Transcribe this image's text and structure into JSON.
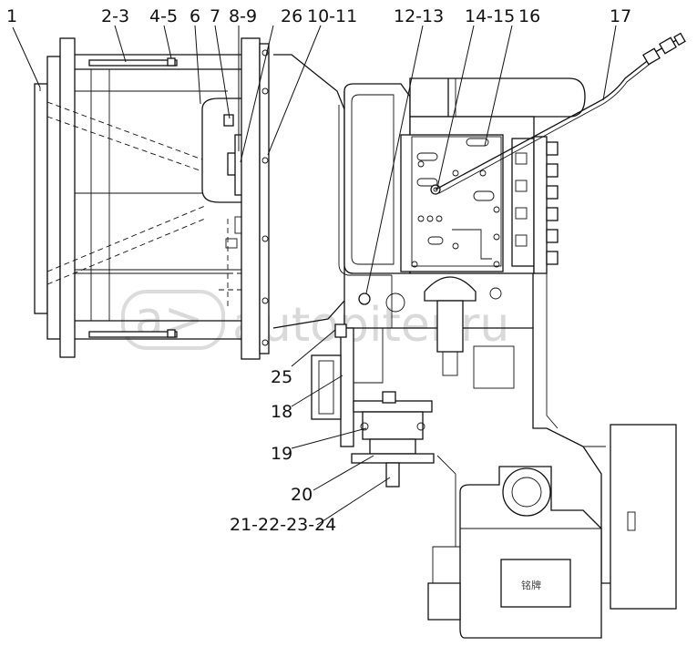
{
  "diagram": {
    "callouts": [
      "1",
      "2-3",
      "4-5",
      "6",
      "7",
      "8-9",
      "26",
      "10-11",
      "12-13",
      "14-15",
      "16",
      "17",
      "25",
      "18",
      "19",
      "20",
      "21-22-23-24"
    ],
    "watermark": "autopiter.ru",
    "plate_text": "铭牌"
  }
}
